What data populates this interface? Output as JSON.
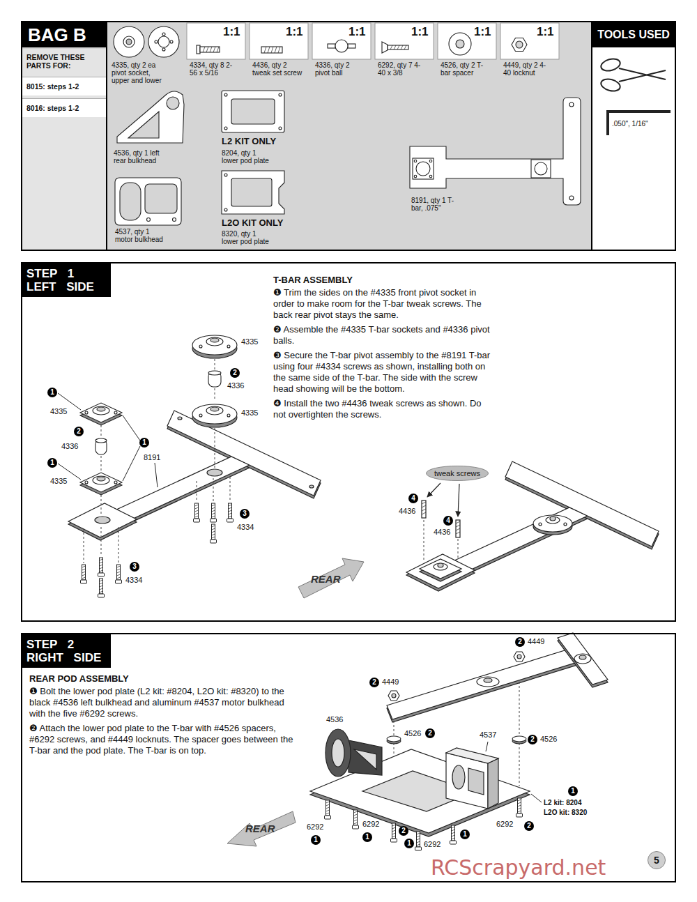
{
  "diagram": {
    "nodes": [
      {
        "text": [
          "BAG B"
        ]
      },
      {
        "text": [
          "REMOVE THESE PARTS FOR:",
          "8015: steps 1-2",
          "8016: steps 1-2"
        ],
        "in": 0
      },
      {
        "text": [
          "TOOLS USED",
          ".050\", 1/16\""
        ],
        "in": 0
      },
      {
        "text": [
          "STEP 1 LEFT SIDE"
        ]
      },
      {
        "text": [
          "T-BAR ASSEMBLY",
          "❶ Trim the sides on the #4335 front pivot socket in order to make room for the T-bar tweak screws. The back rear pivot stays the same.",
          "❷ Assemble the #4335 T-bar sockets and #4336 pivot balls.",
          "❸ Secure the T-bar pivot assembly to the #8191 T-bar using four #4334 screws as shown, installing both on the same side of the T-bar. The side with the screw head showing will be the bottom.",
          "❹ Install the two #4436 tweak screws as shown. Do not overtighten the screws."
        ],
        "in": 3
      },
      {
        "text": [
          "tweak screws"
        ],
        "in": 3
      },
      {
        "text": [
          "STEP 2 RIGHT SIDE"
        ]
      },
      {
        "text": [
          "REAR POD ASSEMBLY",
          "❶ Bolt the lower pod plate (L2 kit: #8204, L2O kit: #8320) to the black #4536 left bulkhead and aluminum #4537 motor bulkhead with the five #6292 screws.",
          "❷ Attach the lower pod plate to the T-bar with #4526 spacers, #6292 screws, and #4449 locknuts. The spacer goes between the T-bar and the pod plate. The T-bar is on top."
        ],
        "in": 6
      },
      {
        "text": [
          "5"
        ],
        "in": 6
      }
    ],
    "labels": [
      "1:1",
      "1:1",
      "1:1",
      "1:1",
      "1:1",
      "1:1",
      "4335, qty 2 ea pivot socket, upper and lower",
      "4334, qty 8 2-56 x 5/16",
      "4436, qty 2 tweak set screw",
      "4336, qty 2 pivot ball",
      "6292, qty 7 4-40 x 3/8",
      "4526, qty 2 T-bar spacer",
      "4449, qty 2 4-40 locknut",
      "4536, qty 1 left rear bulkhead",
      "L2 KIT ONLY",
      "8204, qty 1 lower pod plate",
      "4537, qty 1 motor bulkhead",
      "L2O KIT ONLY",
      "8320, qty 1 lower pod plate",
      "8191, qty 1 T-bar, .075\"",
      "4335",
      "4336",
      "4335",
      "4335",
      "4336",
      "4335",
      "8191",
      "4334",
      "4334",
      "REAR",
      "4436",
      "4436",
      "1",
      "2",
      "1",
      "1",
      "2",
      "3",
      "3",
      "4",
      "4",
      "4536",
      "2",
      "4449",
      "4526",
      "2",
      "2",
      "4449",
      "2",
      "4526",
      "4537",
      "6292",
      "1",
      "6292",
      "1",
      "2",
      "1",
      "6292",
      "1",
      "6292",
      "2",
      "1",
      "L2 kit: 8204",
      "L2O kit: 8320",
      "REAR",
      "RCScrapyard.net"
    ]
  }
}
